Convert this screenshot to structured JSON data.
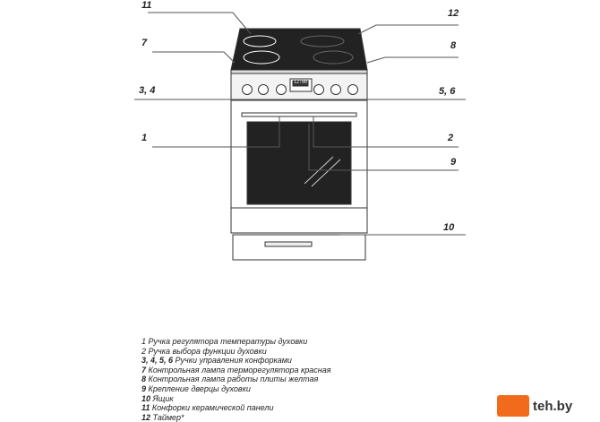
{
  "callouts": {
    "c11": "11",
    "c12": "12",
    "c7": "7",
    "c8": "8",
    "c34": "3, 4",
    "c56": "5, 6",
    "c1": "1",
    "c2": "2",
    "c9": "9",
    "c10": "10"
  },
  "display": "12:00",
  "legend": [
    {
      "num": "1",
      "text": "Ручка регулятора температуры духовки"
    },
    {
      "num": "2",
      "text": "Ручка выбора функции духовки"
    },
    {
      "num": "3, 4, 5, 6",
      "text": " Ручки управления конфорками"
    },
    {
      "num": "7",
      "text": "Контрольная лампа терморегулятора красная"
    },
    {
      "num": "8",
      "text": "Контрольная лампа работы плиты  желтая"
    },
    {
      "num": "9",
      "text": "Крепление дверцы духовки"
    },
    {
      "num": "10",
      "text": "Ящик"
    },
    {
      "num": "11",
      "text": "Конфорки керамической панели"
    },
    {
      "num": "12",
      "text": "Таймер*"
    }
  ],
  "logo": "teh.by",
  "colors": {
    "logo": "#f26a1b"
  }
}
